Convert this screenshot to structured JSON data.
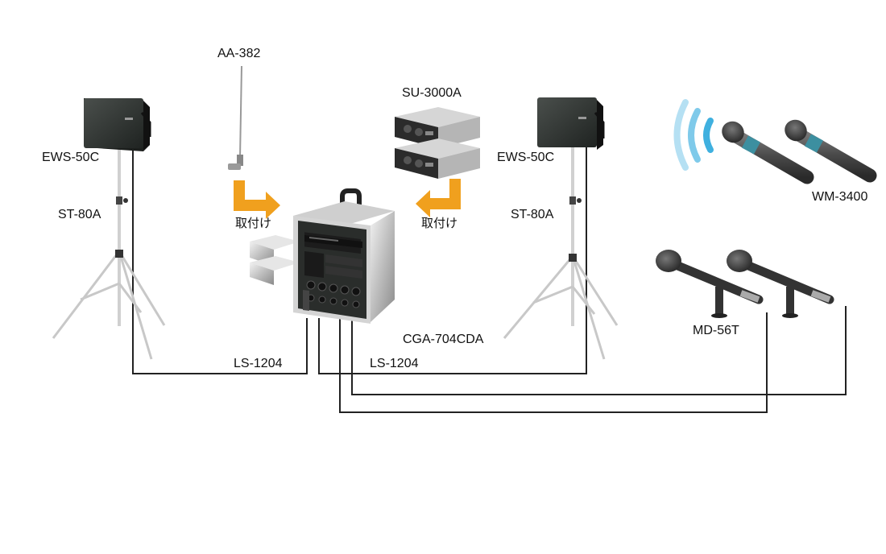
{
  "labels": {
    "antenna": "AA-382",
    "tuner": "SU-3000A",
    "speaker_left": "EWS-50C",
    "speaker_right": "EWS-50C",
    "stand_left": "ST-80A",
    "stand_right": "ST-80A",
    "amp": "CGA-704CDA",
    "cable_left": "LS-1204",
    "cable_right": "LS-1204",
    "wireless_mic": "WM-3400",
    "wired_mic": "MD-56T",
    "attach_left": "取付け",
    "attach_right": "取付け"
  },
  "colors": {
    "attach_arrow": "#f0a01e",
    "wireless_wave": "#2aa7dc",
    "cable": "#222222",
    "device_dark": "#2a2d2b"
  }
}
